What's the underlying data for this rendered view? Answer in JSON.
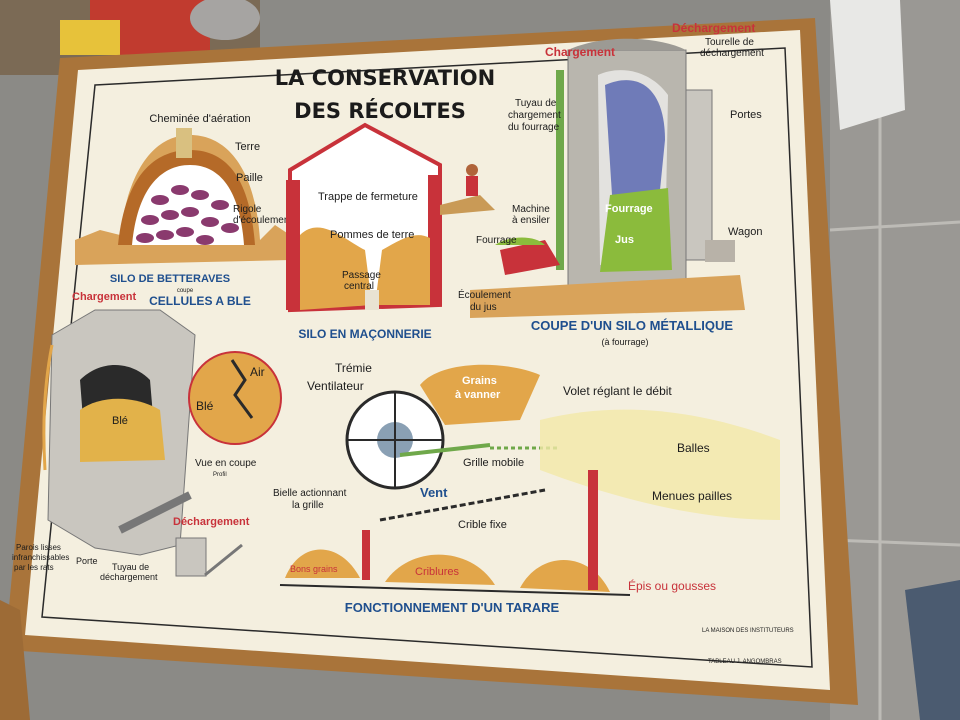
{
  "poster": {
    "title_line1": "LA CONSERVATION",
    "title_line2": "DES RÉCOLTES",
    "silo_betteraves": {
      "caption": "SILO DE BETTERAVES",
      "sub": "coupe",
      "labels": [
        "Cheminée d'aération",
        "Terre",
        "Paille",
        "Rigole",
        "d'écoulement"
      ]
    },
    "silo_maconnerie": {
      "caption": "SILO EN MAÇONNERIE",
      "labels": [
        "Trappe de fermeture",
        "Pommes de terre",
        "Passage",
        "central"
      ]
    },
    "silo_metallique": {
      "caption": "COUPE D'UN SILO MÉTALLIQUE",
      "sub": "(à fourrage)",
      "chargement": "Chargement",
      "dechargement": "Déchargement",
      "labels": [
        "Tourelle de",
        "déchargement",
        "Portes",
        "Tuyau de",
        "chargement",
        "du fourrage",
        "Machine",
        "à ensiler",
        "Fourrage",
        "Jus",
        "Fourrage",
        "Wagon",
        "Écoulement",
        "du jus"
      ]
    },
    "cellules": {
      "caption": "CELLULES A BLE",
      "chargement": "Chargement",
      "dechargement": "Déchargement",
      "labels": [
        "Air",
        "Blé",
        "Blé",
        "Vue en coupe",
        "Profil",
        "Parois lisses",
        "infranchissables",
        "par les rats",
        "Porte",
        "Tuyau de",
        "déchargement"
      ]
    },
    "tarare": {
      "caption": "FONCTIONNEMENT D'UN TARARE",
      "labels": [
        "Trémie",
        "Ventilateur",
        "Grains",
        "à vanner",
        "Volet réglant le débit",
        "Balles",
        "Grille mobile",
        "Menues pailles",
        "Vent",
        "Bielle actionnant",
        "la grille",
        "Crible fixe",
        "Bons grains",
        "Criblures",
        "Épis ou gousses"
      ]
    },
    "publisher": [
      "LA MAISON DES INSTITUTEURS",
      "TABLEAU J. ANGOMBRAS"
    ]
  },
  "colors": {
    "paper": "#f4efdf",
    "frame": "#b07a3e",
    "grain": "#e2a64a",
    "silo_gray": "#b9b6ae",
    "fodder": "#8bbb3c",
    "text_red": "#c8323a",
    "text_blue": "#1f4f8e"
  }
}
